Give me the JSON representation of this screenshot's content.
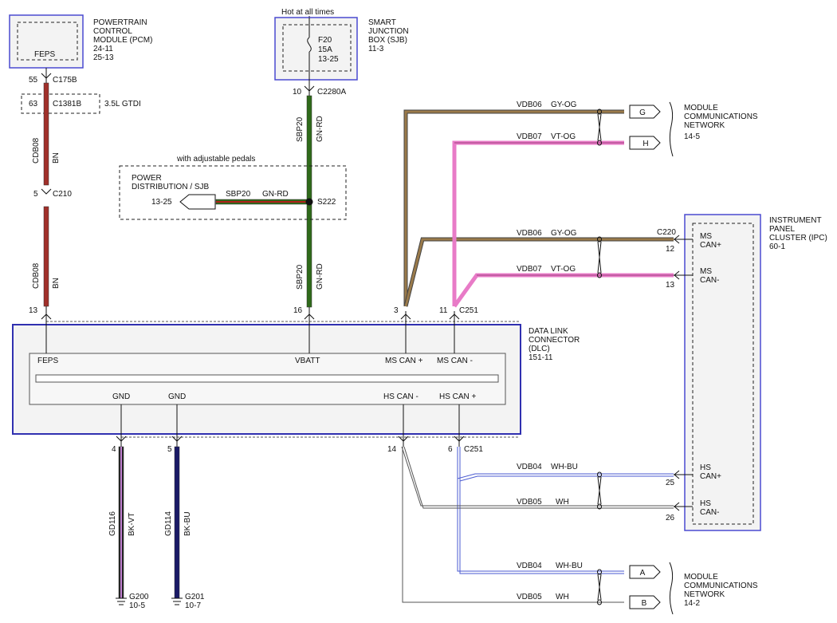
{
  "pcm": {
    "title": [
      "POWERTRAIN",
      "CONTROL",
      "MODULE (PCM)",
      "24-11",
      "25-13"
    ],
    "pin": "FEPS"
  },
  "sjb": {
    "hot": "Hot at all times",
    "title": [
      "SMART",
      "JUNCTION",
      "BOX (SJB)",
      "11-3"
    ],
    "fuse": [
      "F20",
      "15A",
      "13-25"
    ]
  },
  "c175b": {
    "num": "55",
    "name": "C175B"
  },
  "c1381b": {
    "num": "63",
    "name": "C1381B",
    "note": "3.5L GTDI"
  },
  "c2280a": {
    "num": "10",
    "name": "C2280A"
  },
  "feps_wire_top": {
    "circuit": "CDB08",
    "color": "BN"
  },
  "feps_wire_bot": {
    "circuit": "CDB08",
    "color": "BN"
  },
  "c210": {
    "num": "5",
    "name": "C210"
  },
  "vbatt_wire_top": {
    "circuit": "SBP20",
    "color": "GN-RD"
  },
  "vbatt_wire_bot": {
    "circuit": "SBP20",
    "color": "GN-RD"
  },
  "pedals": {
    "label": "with adjustable pedals",
    "pd": [
      "POWER",
      "DISTRIBUTION / SJB"
    ],
    "ref": "13-25",
    "circuit": "SBP20",
    "color": "GN-RD",
    "splice": "S222"
  },
  "dlc": {
    "title": [
      "DATA LINK",
      "CONNECTOR",
      "(DLC)",
      "151-11"
    ],
    "top_pins": [
      "FEPS",
      "VBATT",
      "MS CAN +",
      "MS CAN -"
    ],
    "bot_pins": [
      "GND",
      "GND",
      "HS CAN -",
      "HS CAN +"
    ],
    "top_nums": [
      "13",
      "16",
      "3",
      "11"
    ],
    "bot_nums": [
      "4",
      "5",
      "14",
      "6"
    ],
    "c251_top": "C251",
    "c251_bot": "C251"
  },
  "mcn_top": {
    "w1": {
      "circuit": "VDB06",
      "color": "GY-OG",
      "conn": "G"
    },
    "w2": {
      "circuit": "VDB07",
      "color": "VT-OG",
      "conn": "H"
    },
    "label": [
      "MODULE",
      "COMMUNICATIONS",
      "NETWORK",
      "14-5"
    ]
  },
  "ipc": {
    "title": [
      "INSTRUMENT",
      "PANEL",
      "CLUSTER (IPC)",
      "60-1"
    ],
    "conn": "C220",
    "pins": [
      {
        "num": "12",
        "label": [
          "MS",
          "CAN+"
        ]
      },
      {
        "num": "13",
        "label": [
          "MS",
          "CAN-"
        ]
      },
      {
        "num": "25",
        "label": [
          "HS",
          "CAN+"
        ]
      },
      {
        "num": "26",
        "label": [
          "HS",
          "CAN-"
        ]
      }
    ],
    "w_ms_p": {
      "circuit": "VDB06",
      "color": "GY-OG"
    },
    "w_ms_n": {
      "circuit": "VDB07",
      "color": "VT-OG"
    },
    "w_hs_p": {
      "circuit": "VDB04",
      "color": "WH-BU"
    },
    "w_hs_n": {
      "circuit": "VDB05",
      "color": "WH"
    }
  },
  "gnd1": {
    "circuit": "GD116",
    "color": "BK-VT",
    "ground": "G200",
    "ref": "10-5"
  },
  "gnd2": {
    "circuit": "GD114",
    "color": "BK-BU",
    "ground": "G201",
    "ref": "10-7"
  },
  "mcn_bot": {
    "w1": {
      "circuit": "VDB04",
      "color": "WH-BU",
      "conn": "A"
    },
    "w2": {
      "circuit": "VDB05",
      "color": "WH",
      "conn": "B"
    },
    "label": [
      "MODULE",
      "COMMUNICATIONS",
      "NETWORK",
      "14-2"
    ]
  },
  "colors": {
    "brown": "#a0302a",
    "green": "#2f6a1a",
    "red": "#b0201a",
    "gray_og": "#9a7a4a",
    "pink": "#e87bc7",
    "navy": "#1a1a66",
    "blue": "#4a5ad0",
    "box": "#4040c0"
  }
}
